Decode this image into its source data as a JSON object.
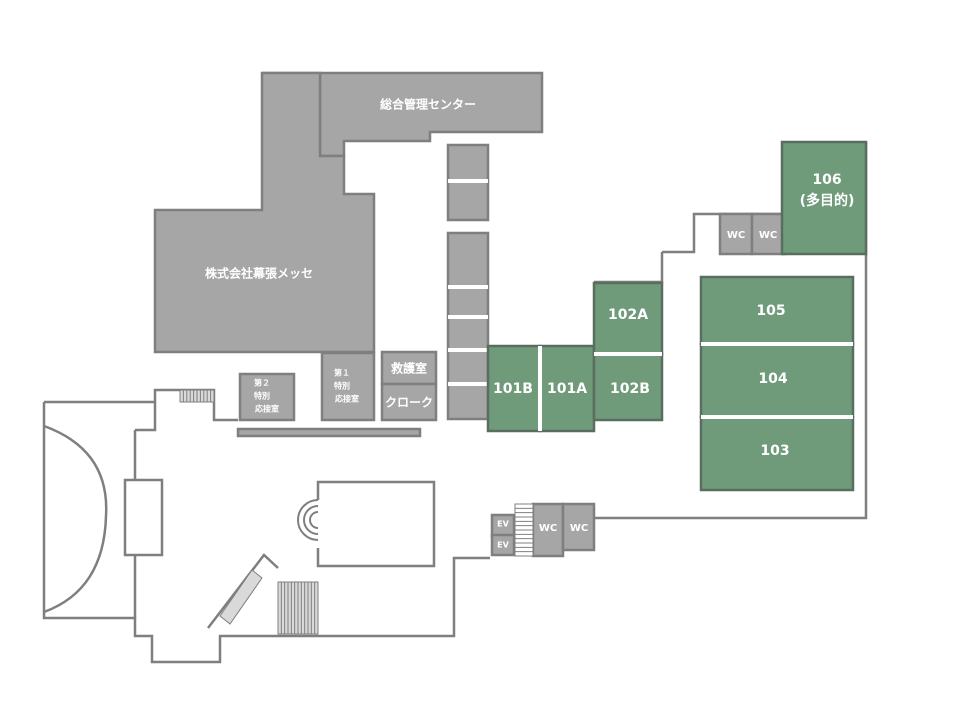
{
  "rooms": {
    "sogo_kanri": "総合管理センター",
    "makuhari_messe": "株式会社幕張メッセ",
    "dai2_line1": "第２",
    "dai2_line2": "特別",
    "dai2_line3": "応接室",
    "dai1_line1": "第１",
    "dai1_line2": "特別",
    "dai1_line3": "応接室",
    "kyugo": "救護室",
    "cloak": "クローク",
    "r101b": "101B",
    "r101a": "101A",
    "r102a": "102A",
    "r102b": "102B",
    "r103": "103",
    "r104": "104",
    "r105": "105",
    "r106_line1": "106",
    "r106_line2": "(多目的)",
    "wc": "WC",
    "ev": "EV"
  },
  "colors": {
    "gray_room": "#a6a6a6",
    "green_room": "#6f9b7b",
    "wall": "#7f7f7f"
  }
}
